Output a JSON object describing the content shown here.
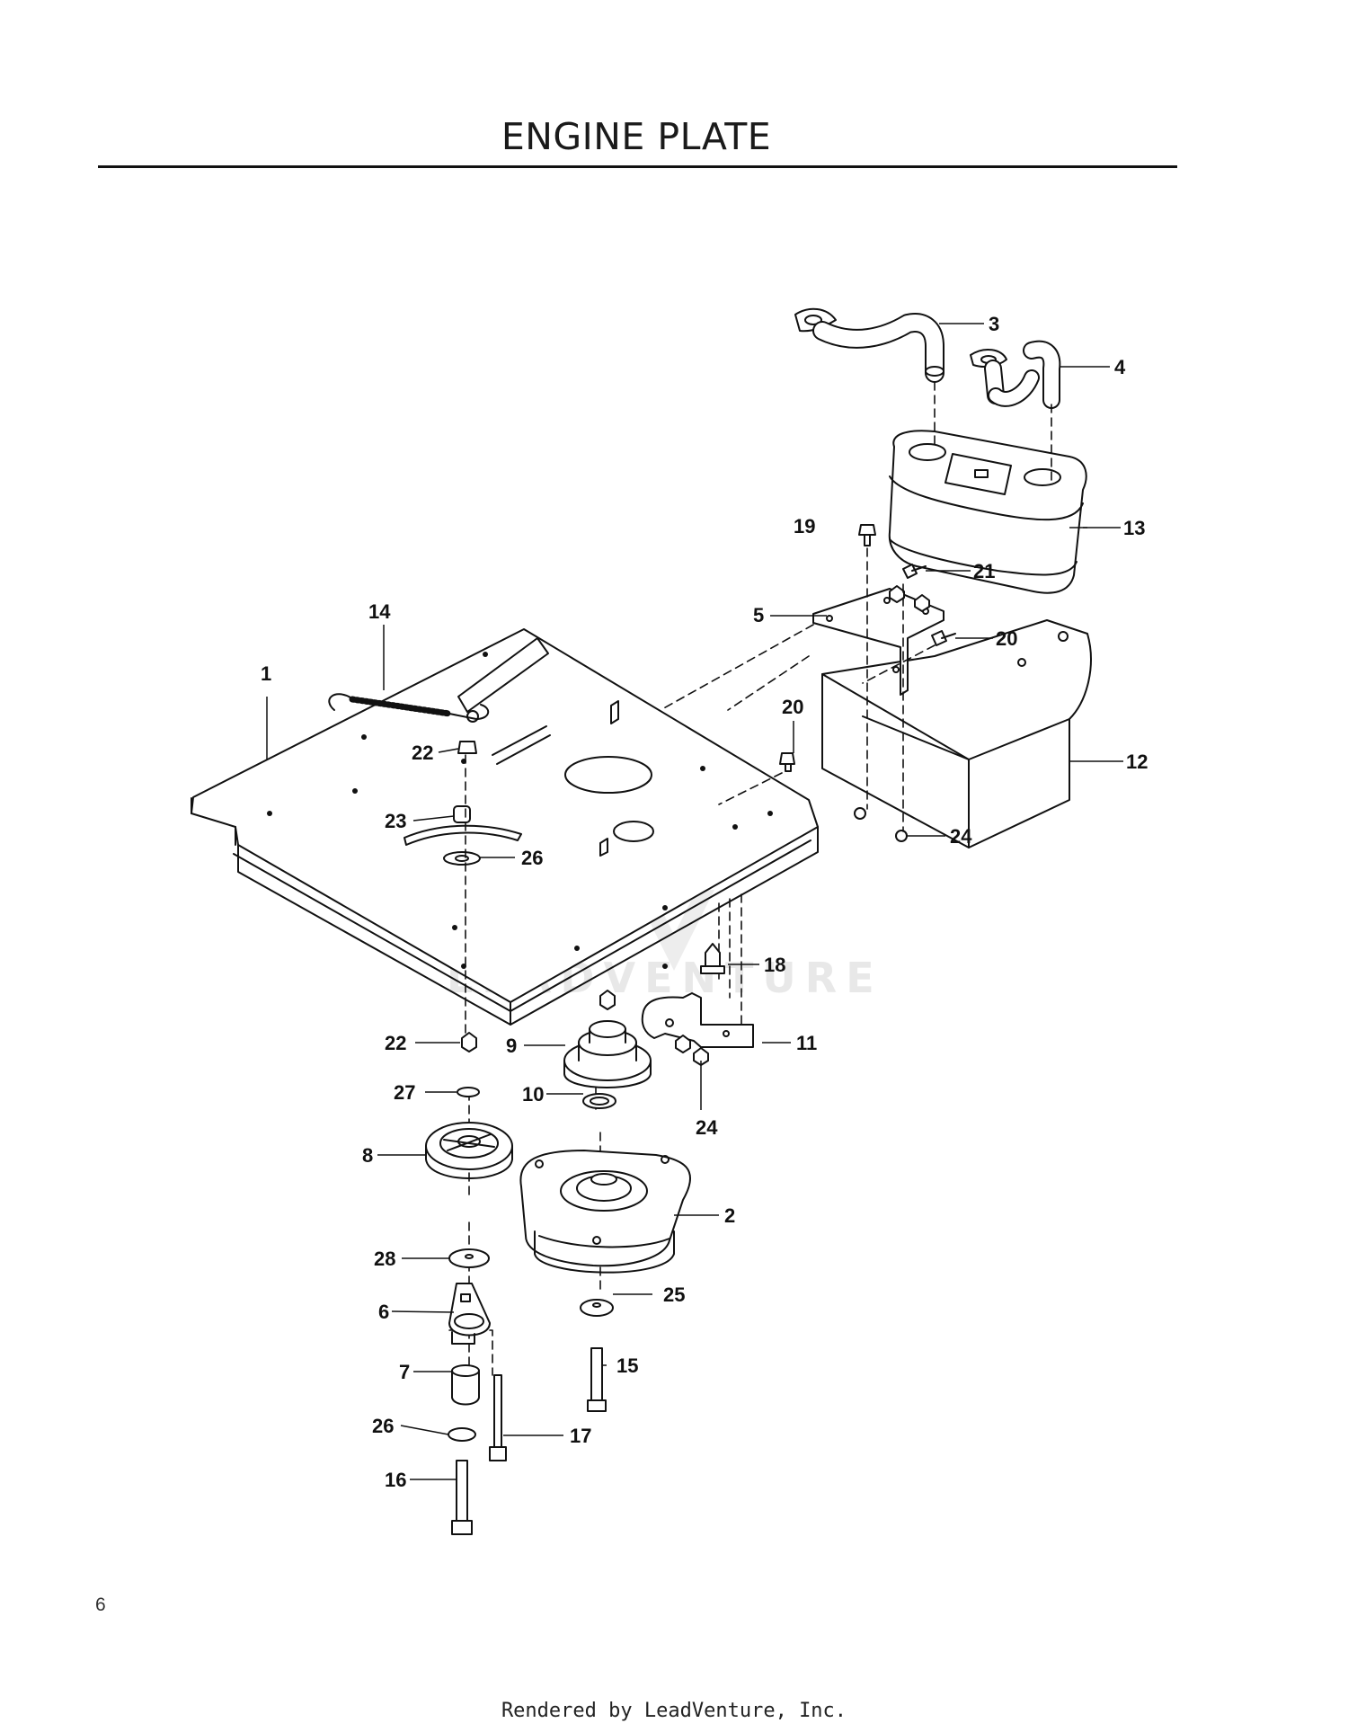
{
  "page": {
    "title": "ENGINE PLATE",
    "page_number": "6",
    "footer": "Rendered by LeadVenture, Inc.",
    "watermark": "LEADVENTURE"
  },
  "callouts": {
    "c1": "1",
    "c2": "2",
    "c3": "3",
    "c4": "4",
    "c5": "5",
    "c6": "6",
    "c7": "7",
    "c8": "8",
    "c9": "9",
    "c10": "10",
    "c11": "11",
    "c12": "12",
    "c13": "13",
    "c14": "14",
    "c15": "15",
    "c16": "16",
    "c17": "17",
    "c18": "18",
    "c19": "19",
    "c20a": "20",
    "c20b": "20",
    "c21": "21",
    "c22a": "22",
    "c22b": "22",
    "c23": "23",
    "c24a": "24",
    "c24b": "24",
    "c25": "25",
    "c26a": "26",
    "c26b": "26",
    "c27": "27",
    "c28": "28"
  }
}
